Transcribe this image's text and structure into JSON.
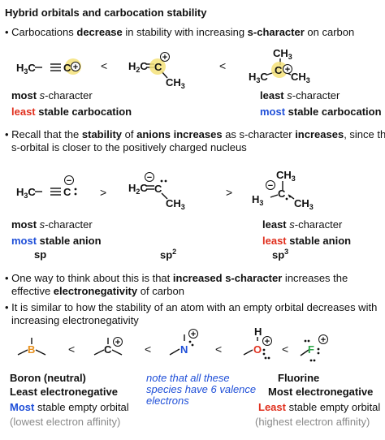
{
  "title": "Hybrid orbitals and carbocation stability",
  "bullets": {
    "b1_pre": "• Carbocations ",
    "b1_bold1": "decrease",
    "b1_mid": " in stability with increasing ",
    "b1_bold2": "s-character",
    "b1_post": " on carbon",
    "b2_line1_pre": "• Recall that the ",
    "b2_line1_bold1": "stability",
    "b2_line1_mid1": " of ",
    "b2_line1_bold2": "anions increases",
    "b2_line1_mid2": " as s-character ",
    "b2_line1_bold3": "increases",
    "b2_line1_post": ", since the",
    "b2_line2": "s-orbital is closer to the positively charged nucleus",
    "b3_line1_pre": "• One way to think about this is that ",
    "b3_line1_bold": "increased s-character",
    "b3_line1_post": " increases the",
    "b3_line2_pre": "effective ",
    "b3_line2_bold": "electronegativity",
    "b3_line2_post": " of carbon",
    "b4_line1": "• It is similar to how the stability of an atom with an empty orbital decreases with",
    "b4_line2": "increasing electronegativity"
  },
  "labels": {
    "cat_left_1a": "most ",
    "cat_left_1b": "s",
    "cat_left_1c": "-character",
    "cat_left_2a": "least",
    "cat_left_2b": " stable carbocation",
    "cat_right_1a": "least ",
    "cat_right_1b": "s",
    "cat_right_1c": "-character",
    "cat_right_2a": "most",
    "cat_right_2b": " stable carbocation",
    "an_left_1a": "most ",
    "an_left_1b": "s",
    "an_left_1c": "-character",
    "an_left_2a": "most",
    "an_left_2b": " stable anion",
    "an_right_1a": "least ",
    "an_right_1b": "s",
    "an_right_1c": "-character",
    "an_right_2a": "least",
    "an_right_2b": " stable anion",
    "hyb_sp": "sp",
    "hyb_sp2": "sp",
    "hyb_sp2_sup": "2",
    "hyb_sp3": "sp",
    "hyb_sp3_sup": "3",
    "boron_1": "Boron (neutral)",
    "boron_2": "Least electronegative",
    "boron_3a": "Most",
    "boron_3b": " stable empty orbital",
    "boron_4": "(lowest electron affinity)",
    "note_1": "note that all these",
    "note_2": "species have 6 valence",
    "note_3": "electrons",
    "fluorine_1": "Fluorine",
    "fluorine_2": "Most electronegative",
    "fluorine_3a": "Least",
    "fluorine_3b": " stable empty orbital",
    "fluorine_4": "(highest electron affinity)"
  },
  "structures": {
    "c1_h3c": "H",
    "c1_sub3": "3",
    "c1_c": "C",
    "c1_c2": "C",
    "c2_h2c": "H",
    "c2_sub2": "2",
    "c2_c": "C",
    "c2_c2": "C",
    "c2_ch3": "CH",
    "c2_sub3": "3",
    "c3_ch3_top": "CH",
    "c3_sub3_top": "3",
    "c3_h3c": "H",
    "c3_sub3_left": "3",
    "c3_c": "C",
    "c3_ch3_right": "CH",
    "c3_sub3_right": "3",
    "lt": "<",
    "gt": ">",
    "plus": "+",
    "minus": "−",
    "atom_b": "B",
    "atom_c": "C",
    "atom_n": "N",
    "atom_o": "O",
    "atom_h": "H",
    "atom_f": "F"
  },
  "colors": {
    "blue": "#1f4fd8",
    "red": "#e0301e",
    "highlight": "#f5e27a",
    "boron": "#e8901c",
    "nitrogen": "#1f4fd8",
    "oxygen": "#e0301e",
    "fluorine": "#2fa84a",
    "gray": "#8a8a8a"
  }
}
